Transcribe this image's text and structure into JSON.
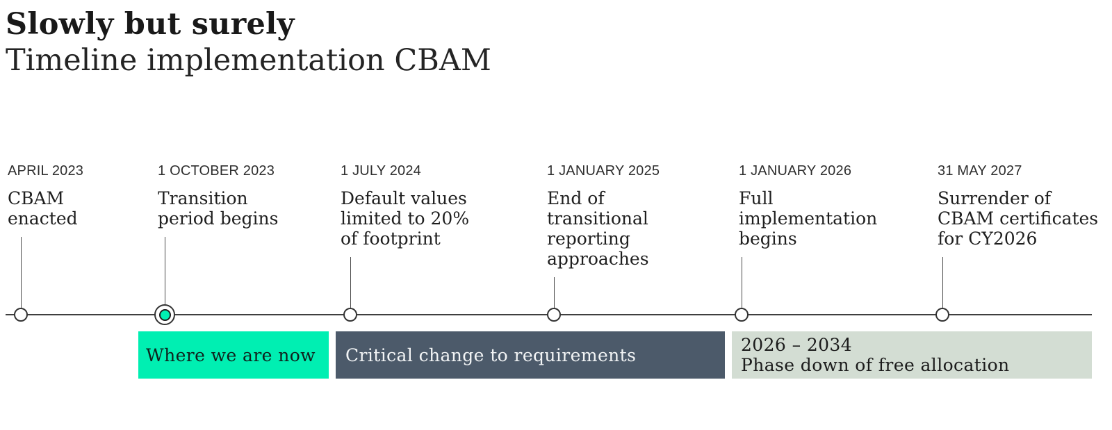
{
  "header": {
    "title": "Slowly but surely",
    "subtitle": "Timeline implementation CBAM"
  },
  "milestones": [
    {
      "date": "APRIL 2023",
      "description": "CBAM\nenacted",
      "current": false
    },
    {
      "date": "1 OCTOBER 2023",
      "description": "Transition\nperiod begins",
      "current": true
    },
    {
      "date": "1 JULY 2024",
      "description": "Default values\nlimited to 20%\nof footprint",
      "current": false
    },
    {
      "date": "1 JANUARY 2025",
      "description": "End of\ntransitional\nreporting\napproaches",
      "current": false
    },
    {
      "date": "1 JANUARY 2026",
      "description": "Full\nimplementation\nbegins",
      "current": false
    },
    {
      "date": "31 MAY 2027",
      "description": "Surrender of\nCBAM certificates\nfor CY2026",
      "current": false
    }
  ],
  "bars": [
    {
      "label": "Where we are now",
      "color": "#00efb2",
      "text_color": "#0f211c"
    },
    {
      "label": "Critical change to requirements",
      "color": "#4c5a6a",
      "text_color": "#f2f4f5"
    },
    {
      "range": "2026 – 2034",
      "label": "Phase down of free allocation",
      "color": "#d3ddd3",
      "text_color": "#1b1b1b"
    }
  ],
  "colors": {
    "accent_green": "#00efb2",
    "slate": "#4c5a6a",
    "sage": "#d3ddd3",
    "axis": "#3f3f3f"
  }
}
